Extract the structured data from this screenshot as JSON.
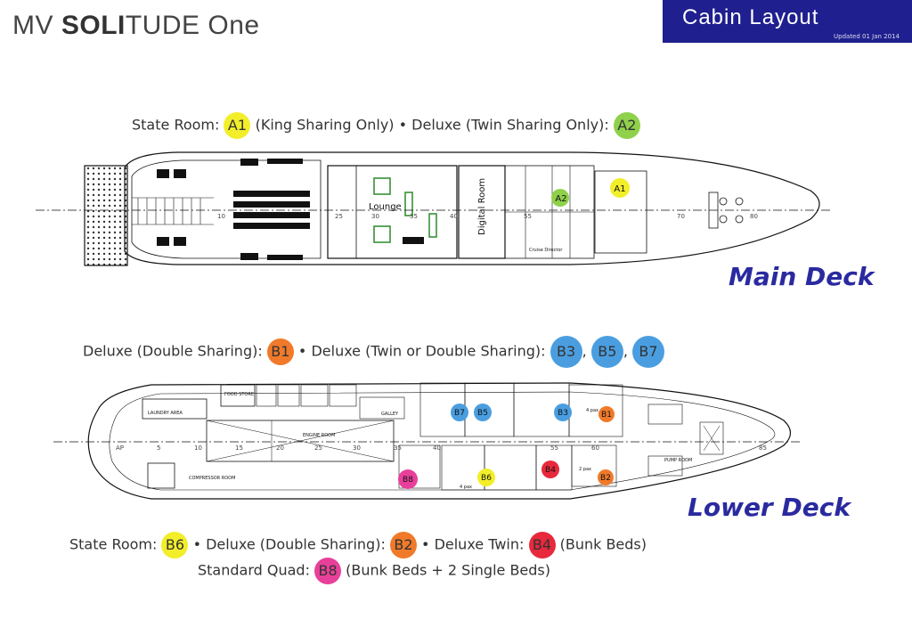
{
  "header": {
    "title_prefix": "MV ",
    "title_bold": "SOLI",
    "title_rest": "TUDE One",
    "badge_title": "Cabin Layout",
    "badge_sub": "Updated 01 Jan 2014"
  },
  "colors": {
    "yellow": "#f2ee2a",
    "green": "#8fd14a",
    "orange": "#f07a2a",
    "blue": "#4a9ee0",
    "red": "#e8283c",
    "pink": "#e8409a",
    "deck_text": "#2a2aa0",
    "badge_bg": "#1f1f8f"
  },
  "main_deck": {
    "name": "Main Deck",
    "legend": {
      "state_text": "State Room:",
      "a1": "A1",
      "a1_note": "(King Sharing Only)",
      "sep": "•",
      "deluxe_text": "Deluxe (Twin Sharing Only):",
      "a2": "A2"
    },
    "labels": {
      "lounge": "Lounge",
      "digital": "Digital Room",
      "cruise": "Cruise Director"
    },
    "cabins": {
      "a1": "A1",
      "a2": "A2"
    },
    "frames": [
      "10",
      "25",
      "30",
      "35",
      "40",
      "55",
      "70",
      "80"
    ]
  },
  "lower_deck": {
    "name": "Lower Deck",
    "legend_top": {
      "deluxe_double": "Deluxe (Double Sharing):",
      "b1": "B1",
      "sep": "•",
      "deluxe_twin": "Deluxe (Twin or Double Sharing):",
      "b3": "B3",
      "b5": "B5",
      "b7": "B7",
      "comma": ","
    },
    "legend_bottom": {
      "state_text": "State Room:",
      "b6": "B6",
      "sep": "•",
      "deluxe_double": "Deluxe (Double Sharing):",
      "b2": "B2",
      "deluxe_twin": "Deluxe  Twin:",
      "b4": "B4",
      "b4_note": "(Bunk Beds)",
      "quad_text": "Standard Quad:",
      "b8": "B8",
      "b8_note": "(Bunk Beds + 2 Single Beds)"
    },
    "labels": {
      "laundry": "LAUNDRY AREA",
      "food": "FOOD STORE",
      "galley": "GALLEY",
      "compressor": "COMPRESSOR ROOM",
      "engine": "ENGINE ROOM",
      "pump": "PUMP ROOM",
      "pax_a": "4 pax",
      "pax_b": "2 pax",
      "pax_c": "4 pax"
    },
    "cabins": {
      "b1": "B1",
      "b2": "B2",
      "b3": "B3",
      "b4": "B4",
      "b5": "B5",
      "b6": "B6",
      "b7": "B7",
      "b8": "B8"
    },
    "frames": [
      "AP",
      "5",
      "10",
      "15",
      "20",
      "25",
      "30",
      "35",
      "40",
      "55",
      "60",
      "85"
    ]
  }
}
